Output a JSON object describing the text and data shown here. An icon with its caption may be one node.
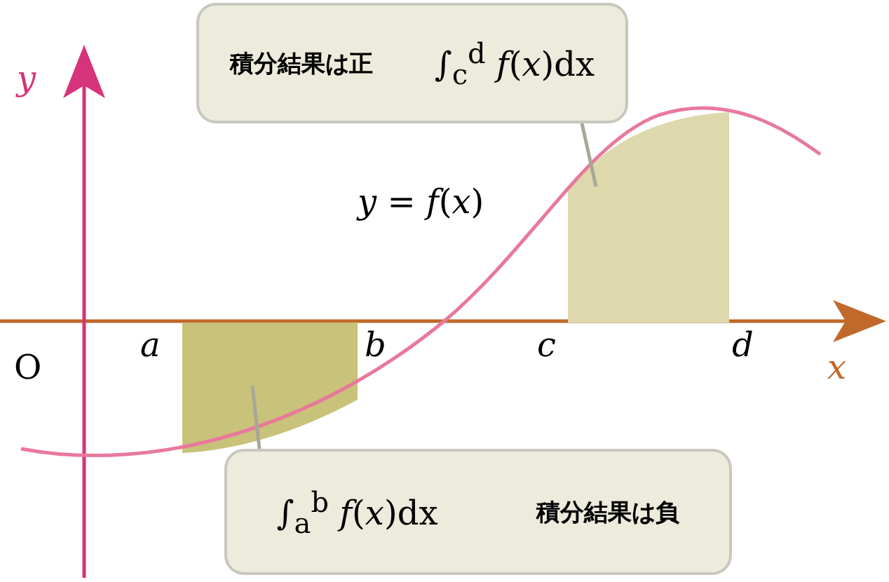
{
  "diagram": {
    "nodes": [
      {
        "text": [
          "積分結果は正",
          "∫$_{c}$$^{d}$ *f*(*x*)dx"
        ]
      },
      {
        "text": [],
        "shape": "box"
      },
      {
        "text": [
          "∫$_{a}$$^{b}$ *f*(*x*)dx",
          "積分結果は負"
        ]
      },
      {
        "text": [],
        "shape": "box"
      }
    ],
    "edges": [
      {
        "from": 0,
        "to": 1,
        "arrow": "none"
      },
      {
        "from": 2,
        "to": 3,
        "arrow": "none"
      }
    ],
    "labels": [
      "*y*",
      "*y* = *f*(*x*)",
      "O",
      "*a*",
      "*b*",
      "*c*",
      "*d*",
      "*x*"
    ]
  }
}
